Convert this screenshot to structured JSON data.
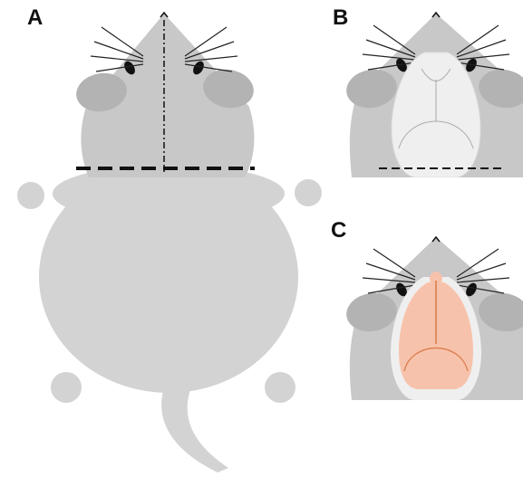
{
  "panels": [
    {
      "label": "A",
      "view": "whole-body-dorsal",
      "cut_lines": [
        "midline-vertical",
        "neck-horizontal"
      ]
    },
    {
      "label": "B",
      "view": "head-skin-removed",
      "cut_lines": [
        "neck-horizontal"
      ]
    },
    {
      "label": "C",
      "view": "head-brain-exposed",
      "cut_lines": []
    }
  ],
  "colors": {
    "body": "#d3d3d3",
    "head": "#c8c8c8",
    "ear": "#b3b3b3",
    "eye": "#111111",
    "whisker": "#222222",
    "skull": "#efefef",
    "skull_outline": "#bbbbbb",
    "brain": "#f7c2ab",
    "brain_line": "#d97a4a",
    "dashed_line": "#111111"
  },
  "icons": [
    "mouse-silhouette",
    "ear-icon",
    "eye-icon",
    "whisker-icon",
    "skull-icon",
    "brain-icon"
  ]
}
